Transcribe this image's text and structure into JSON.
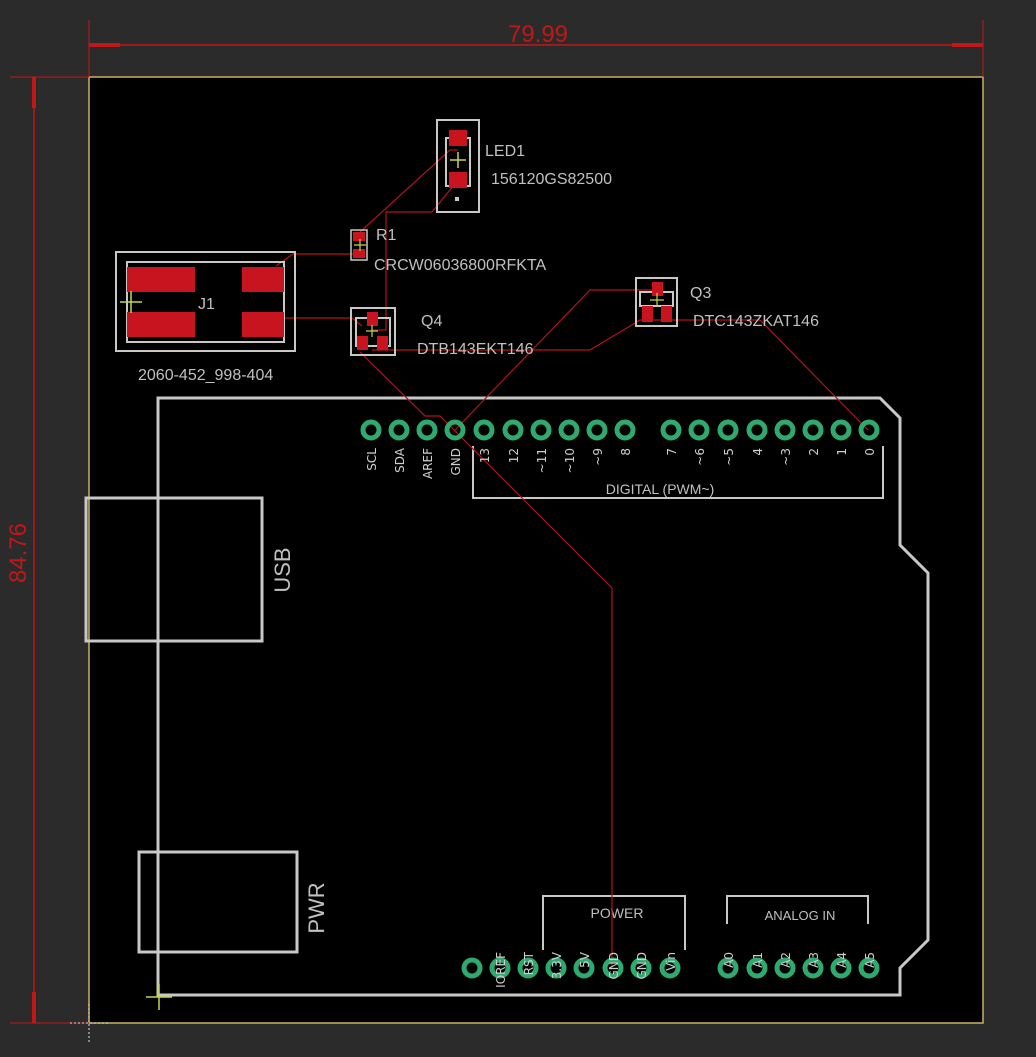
{
  "dimensions": {
    "width": "79.99",
    "height": "84.76"
  },
  "components": {
    "led1": {
      "name": "LED1",
      "value": "156120GS82500"
    },
    "r1": {
      "name": "R1",
      "value": "CRCW06036800RFKTA"
    },
    "j1": {
      "name": "J1",
      "value": "2060-452_998-404"
    },
    "q4": {
      "name": "Q4",
      "value": "DTB143EKT146"
    },
    "q3": {
      "name": "Q3",
      "value": "DTC143ZKAT146"
    }
  },
  "shield": {
    "digital_header": {
      "label": "DIGITAL (PWM~)",
      "pins": [
        "SCL",
        "SDA",
        "AREF",
        "GND",
        "13",
        "12",
        "~11",
        "~10",
        "~9",
        "8",
        "7",
        "~6",
        "~5",
        "4",
        "~3",
        "2",
        "1",
        "0"
      ]
    },
    "power_header": {
      "label": "POWER",
      "pins": [
        "IOREF",
        "RST",
        "3.3V",
        "5V",
        "GND",
        "GND",
        "Vin"
      ]
    },
    "analog_header": {
      "label": "ANALOG IN",
      "pins": [
        "A0",
        "A1",
        "A2",
        "A3",
        "A4",
        "A5"
      ]
    },
    "usb_label": "USB",
    "pwr_label": "PWR"
  },
  "colors": {
    "background": "#2b2b2b",
    "board": "#000000",
    "board_outline": "#c8b45a",
    "dimension": "#c01818",
    "copper_pad": "#c8141e",
    "trace": "#b01418",
    "silkscreen": "#c8c8c8",
    "through_hole_pad": "#2faa6e",
    "origin_cross": "#c8d44a"
  }
}
